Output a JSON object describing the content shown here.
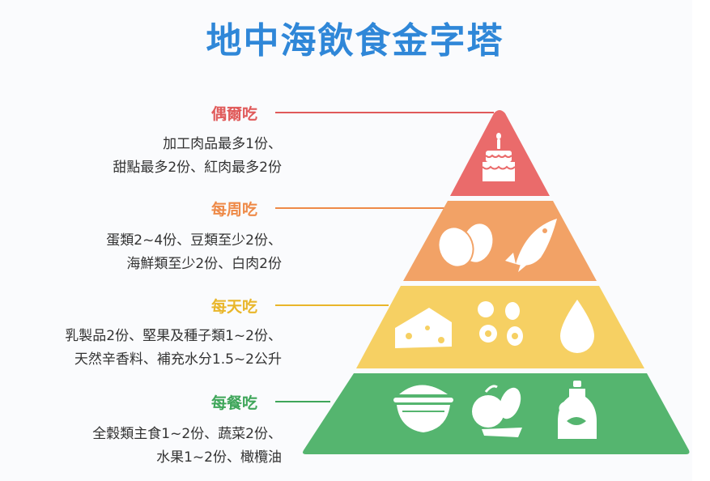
{
  "title": "地中海飲食金字塔",
  "tiers": [
    {
      "label": "偶爾吃",
      "color": "#ea6b6b",
      "desc_lines": [
        "加工肉品最多1份、",
        "甜點最多2份、紅肉最多2份"
      ],
      "icons": [
        "cake-icon"
      ]
    },
    {
      "label": "每周吃",
      "color": "#f2a266",
      "desc_lines": [
        "蛋類2~4份、豆類至少2份、",
        "海鮮類至少2份、白肉2份"
      ],
      "icons": [
        "eggs-icon",
        "fish-icon"
      ]
    },
    {
      "label": "每天吃",
      "color": "#f6d063",
      "desc_lines": [
        "乳製品2份、堅果及種子類1~2份、",
        "天然辛香料、補充水分1.5~2公升"
      ],
      "icons": [
        "cheese-icon",
        "nuts-icon",
        "water-drop-icon"
      ]
    },
    {
      "label": "每餐吃",
      "color": "#55b56f",
      "desc_lines": [
        "全穀類主食1~2份、蔬菜2份、",
        "水果1~2份、橄欖油"
      ],
      "icons": [
        "rice-bowl-icon",
        "fruit-vegetable-icon",
        "olive-oil-icon"
      ]
    }
  ],
  "label_colors": [
    "#e05a5a",
    "#ee8a48",
    "#e9b62a",
    "#3fa65a"
  ]
}
